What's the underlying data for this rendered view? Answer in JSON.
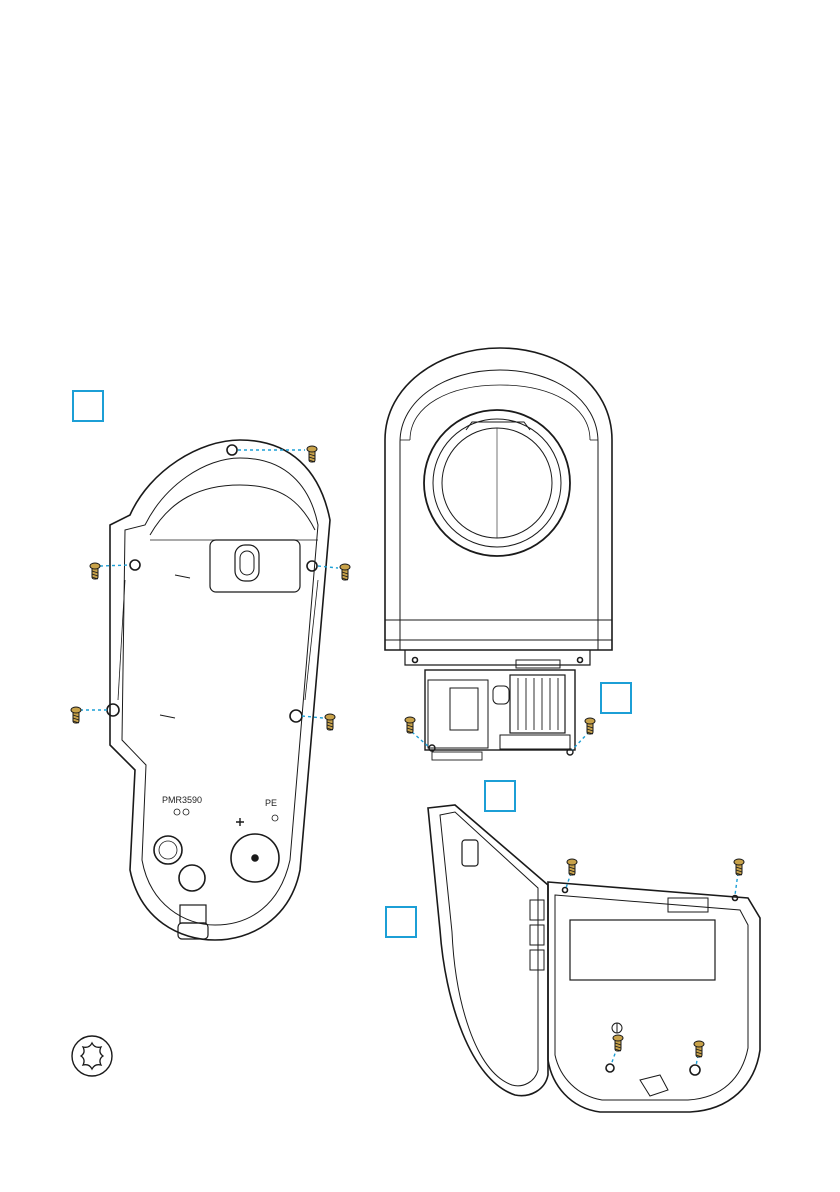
{
  "figure": {
    "colors": {
      "line": "#1a1a1a",
      "accent": "#1c9fd6",
      "screw_body": "#c8a24a"
    },
    "step_markers": [
      {
        "id": "marker-1",
        "label": ""
      },
      {
        "id": "marker-2",
        "label": ""
      },
      {
        "id": "marker-3",
        "label": ""
      },
      {
        "id": "marker-4",
        "label": ""
      }
    ],
    "part_labels": {
      "board_code": "PMR3590",
      "pe_mark": "PE"
    },
    "tool_icon": "torx-icon"
  }
}
